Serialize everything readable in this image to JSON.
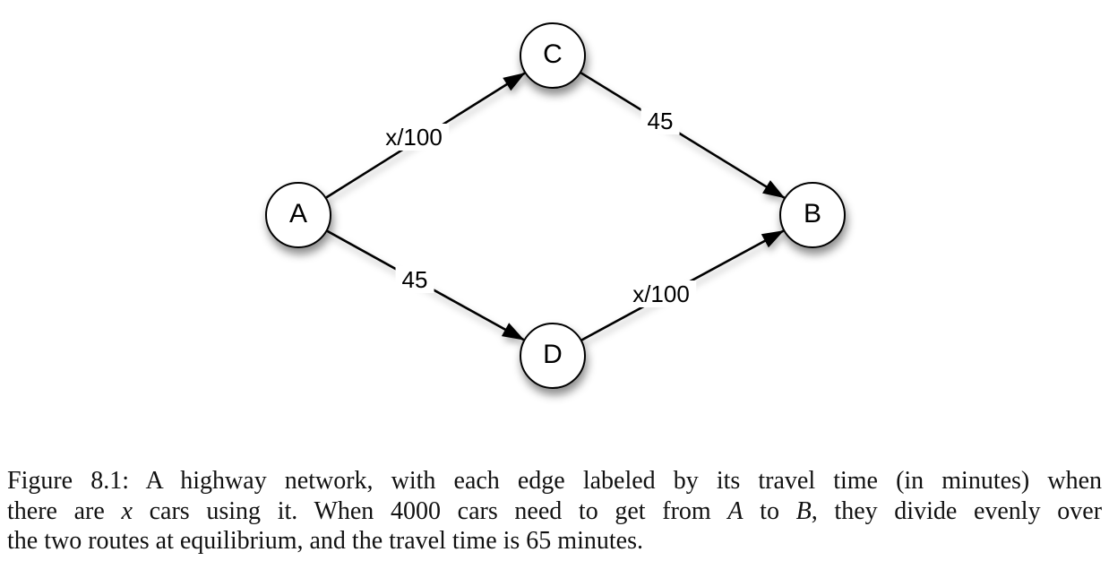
{
  "figure": {
    "nodes": {
      "a": {
        "label": "A"
      },
      "b": {
        "label": "B"
      },
      "c": {
        "label": "C"
      },
      "d": {
        "label": "D"
      }
    },
    "edge_labels": {
      "a_c": "x/100",
      "c_b": "45",
      "a_d": "45",
      "d_b": "x/100"
    }
  },
  "caption": {
    "line1": "Figure 8.1: A highway network, with each edge labeled by its travel time (in minutes) when",
    "line2": {
      "seg1": "there are ",
      "var_x": "x",
      "seg2": " cars using it. When 4000 cars need to get from ",
      "var_a": "A",
      "seg3": " to ",
      "var_b": "B",
      "seg4": ", they divide evenly over"
    },
    "line3": "the two routes at equilibrium, and the travel time is 65 minutes."
  }
}
